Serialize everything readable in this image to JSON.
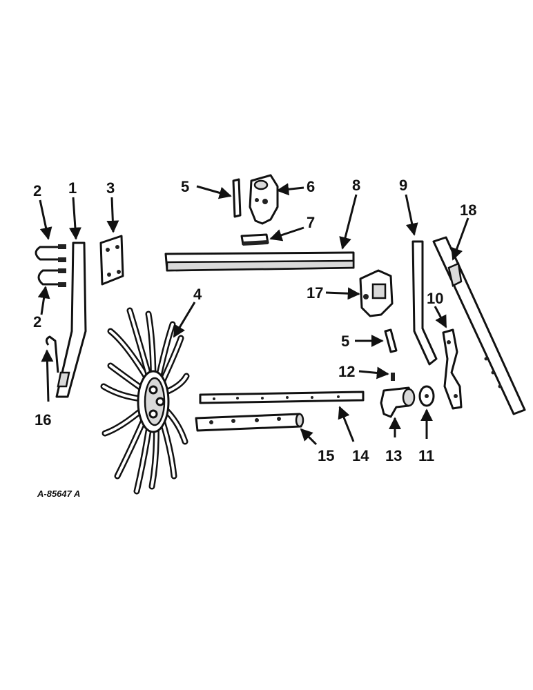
{
  "drawing_code": "A-85647 A",
  "callouts": [
    "1",
    "2",
    "2",
    "3",
    "4",
    "5",
    "6",
    "7",
    "8",
    "9",
    "10",
    "11",
    "12",
    "13",
    "14",
    "15",
    "16",
    "17",
    "18",
    "5"
  ]
}
